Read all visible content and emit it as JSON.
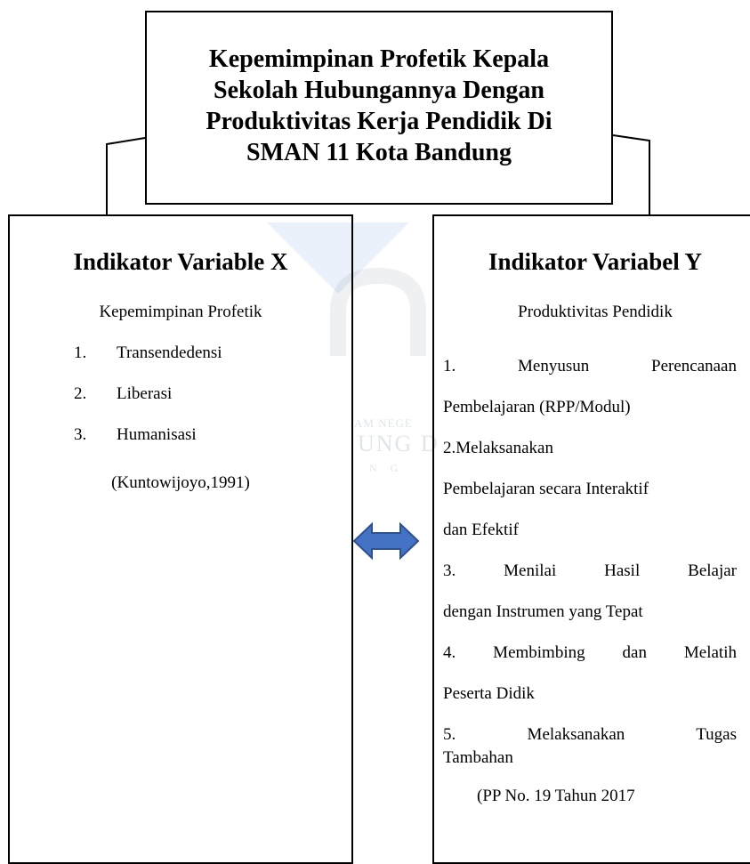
{
  "title": "Kepemimpinan Profetik Kepala\nSekolah Hubungannya Dengan\nProduktivitas Kerja Pendidik Di\nSMAN 11 Kota Bandung",
  "left_box": {
    "heading": "Indikator Variable X",
    "subtitle": "Kepemimpinan Profetik",
    "items": [
      {
        "num": "1.",
        "label": "Transendedensi"
      },
      {
        "num": "2.",
        "label": "Liberasi"
      },
      {
        "num": "3.",
        "label": "Humanisasi"
      }
    ],
    "source": "(Kuntowijoyo,1991)"
  },
  "right_box": {
    "heading": "Indikator Variabel Y",
    "subtitle": "Produktivitas Pendidik",
    "items": [
      {
        "line1": "1.   Menyusun   Perencanaan",
        "line2": "Pembelajaran (RPP/Modul)"
      },
      {
        "line1": "2.Melaksanakan",
        "line2": "Pembelajaran secara Interaktif",
        "line3": "dan Efektif"
      },
      {
        "line1": "3.   Menilai   Hasil   Belajar",
        "line2": "dengan Instrumen yang Tepat"
      },
      {
        "line1": "4. Membimbing dan Melatih",
        "line2": "Peserta Didik"
      },
      {
        "line1": "5.      Melaksanakan      Tugas",
        "line2": "Tambahan"
      }
    ],
    "source": "(PP No. 19 Tahun 2017"
  },
  "watermark": {
    "text_line1": "AM NEGE",
    "text_line2": "UNG D",
    "text_line3": "N G",
    "color": "#5b8fd6"
  },
  "arrow_color": "#4472c4",
  "arrow_stroke": "#2f528f"
}
